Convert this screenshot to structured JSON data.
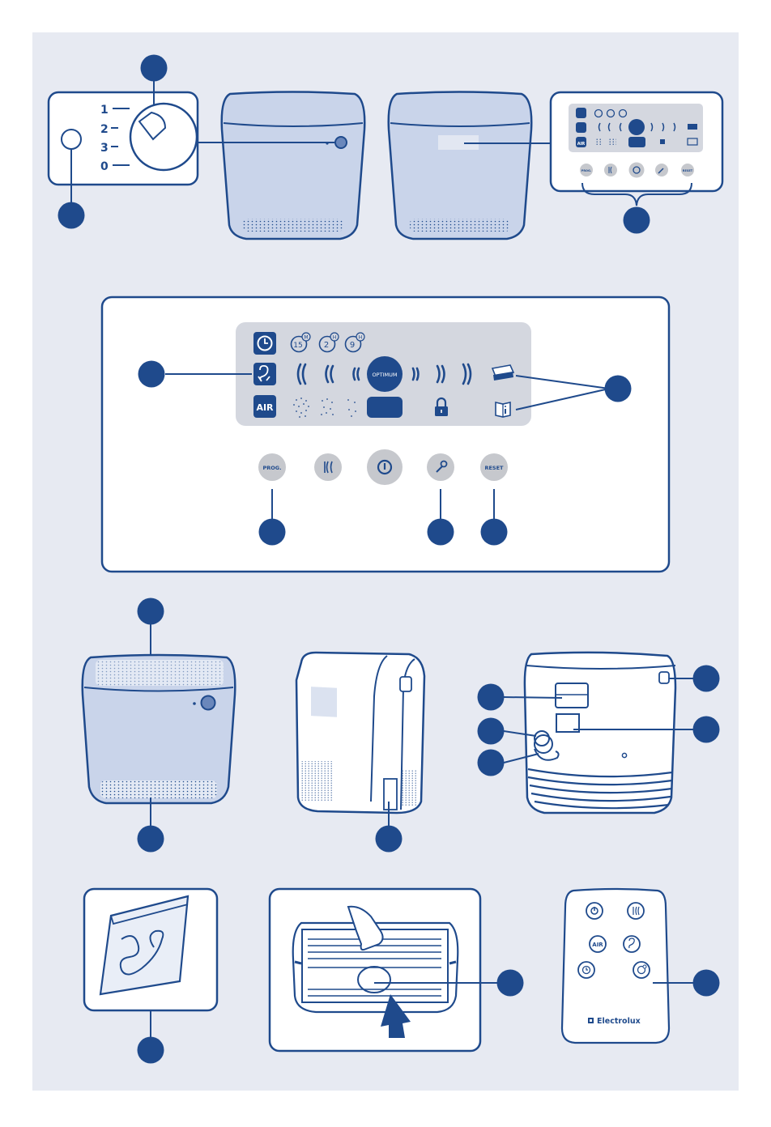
{
  "colors": {
    "page_background": "#e7eaf2",
    "navy": "#1f4a8c",
    "unit_fill": "#c9d4ea",
    "display_fill": "#d4d7df",
    "button_fill": "#c6c8cd",
    "dot_fill": "#1f4a8c"
  },
  "dial": {
    "labels": [
      "1",
      "2",
      "3",
      "0"
    ]
  },
  "display": {
    "timer_labels": [
      "15",
      "2",
      "9"
    ],
    "timer_units": [
      "M",
      "H",
      "H"
    ],
    "air_label": "AIR",
    "optimum_label": "OPTIMUM"
  },
  "buttons": {
    "prog_label": "PROG.",
    "reset_label": "RESET"
  },
  "mini_panel": {
    "air_label": "AIR",
    "prog_label": "PROG.",
    "reset_label": "RESET"
  },
  "remote": {
    "air_label": "AIR",
    "brand": "Electrolux"
  },
  "icons": [
    "clock-icon",
    "ear-icon",
    "fan-speed-icon",
    "power-icon",
    "key-icon",
    "lock-icon",
    "filter-icon",
    "manual-icon",
    "arrow-icon",
    "hand-icon",
    "electrolux-logo-icon"
  ]
}
